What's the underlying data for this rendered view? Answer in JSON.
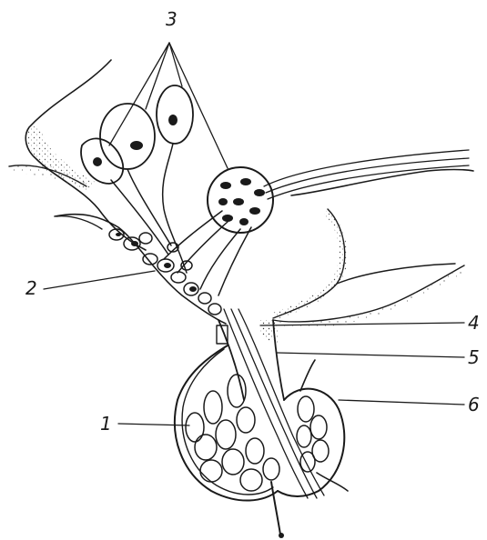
{
  "figure": {
    "labels": {
      "l1": "1",
      "l2": "2",
      "l3": "3",
      "l4": "4",
      "l5": "5",
      "l6": "6"
    }
  },
  "colors": {
    "ink": "#1a1a1a",
    "background": "#ffffff"
  }
}
